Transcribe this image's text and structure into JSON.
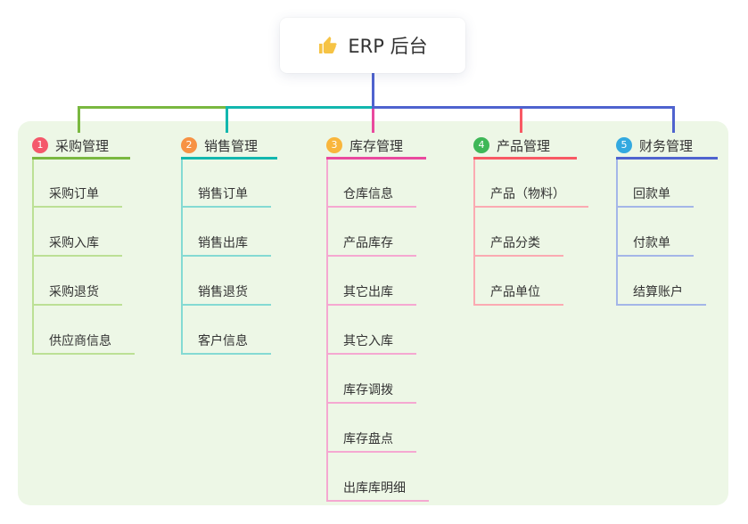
{
  "root": {
    "icon": "thumbs-up",
    "icon_color": "#f6c344",
    "title": "ERP 后台",
    "stem_color": "#4f63cf"
  },
  "panel_color": "#edf7e6",
  "branches": [
    {
      "number": "1",
      "label": "采购管理",
      "badge_color": "#f4586b",
      "line_color": "#7ab840",
      "light_color": "#bce095",
      "items": [
        "采购订单",
        "采购入库",
        "采购退货",
        "供应商信息"
      ]
    },
    {
      "number": "2",
      "label": "销售管理",
      "badge_color": "#f79244",
      "line_color": "#12b7ae",
      "light_color": "#84dad3",
      "items": [
        "销售订单",
        "销售出库",
        "销售退货",
        "客户信息"
      ]
    },
    {
      "number": "3",
      "label": "库存管理",
      "badge_color": "#f9b63c",
      "line_color": "#e9499e",
      "light_color": "#f5a8d1",
      "items": [
        "仓库信息",
        "产品库存",
        "其它出库",
        "其它入库",
        "库存调拨",
        "库存盘点",
        "出库库明细"
      ]
    },
    {
      "number": "4",
      "label": "产品管理",
      "badge_color": "#3eb757",
      "line_color": "#f85964",
      "light_color": "#fbaab2",
      "items": [
        "产品（物料）",
        "产品分类",
        "产品单位"
      ]
    },
    {
      "number": "5",
      "label": "财务管理",
      "badge_color": "#33a9e0",
      "line_color": "#4f63cf",
      "light_color": "#a4b6e8",
      "items": [
        "回款单",
        "付款单",
        "结算账户"
      ]
    }
  ]
}
